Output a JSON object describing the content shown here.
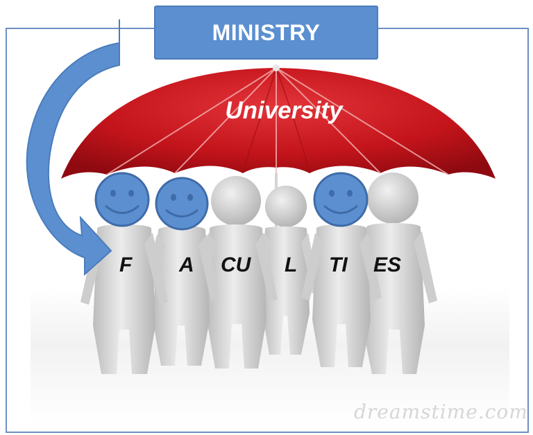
{
  "header": {
    "title": "MINISTRY"
  },
  "umbrella": {
    "label": "University"
  },
  "figures": {
    "letters": [
      "F",
      "A",
      "CU",
      "L",
      "TI",
      "ES"
    ],
    "count": 6,
    "smiley_count": 3
  },
  "watermark": {
    "text": "dreamstime.com"
  },
  "colors": {
    "box_blue": "#5b8fd0",
    "arrow_blue": "#5b8fd0",
    "umbrella_red": "#c8161d",
    "figure_grey": "#d9d9d9",
    "frame_border": "#6d8fc2"
  },
  "icons": [
    "curved-arrow-icon",
    "umbrella-icon",
    "smiley-face-icon"
  ]
}
